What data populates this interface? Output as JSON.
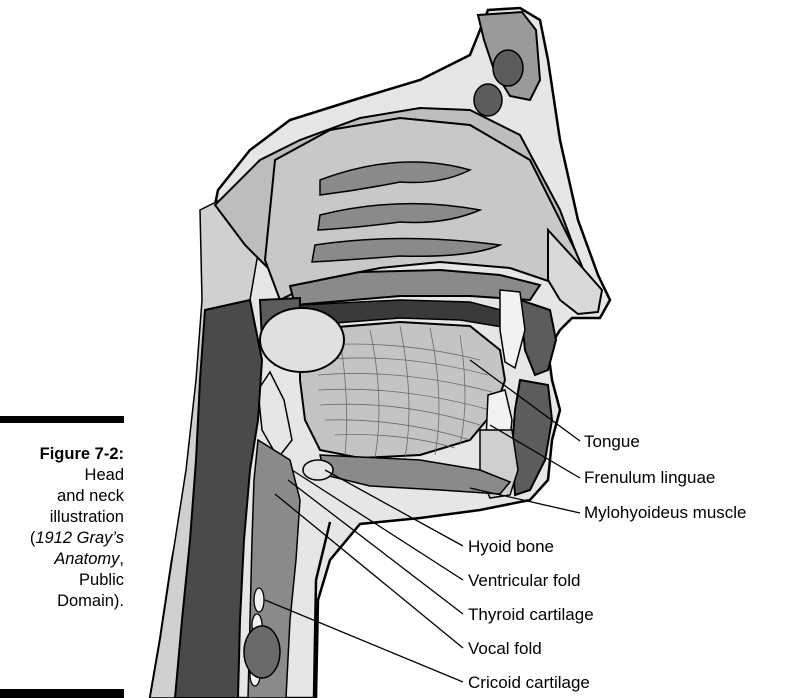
{
  "figure": {
    "label": "Figure 7-2:",
    "caption_lines": [
      "Head",
      "and neck",
      "illustration"
    ],
    "source_open": "(",
    "source_italic_1": "1912 Gray’s",
    "source_italic_2": "Anatomy",
    "source_comma": ",",
    "source_tail_1": "Public",
    "source_tail_2": "Domain)."
  },
  "labels": {
    "tongue": "Tongue",
    "frenulum": "Frenulum linguae",
    "mylohyoideus": "Mylohyoideus muscle",
    "hyoid": "Hyoid bone",
    "ventricular": "Ventricular fold",
    "thyroid": "Thyroid cartilage",
    "vocal": "Vocal fold",
    "cricoid": "Cricoid cartilage"
  },
  "colors": {
    "bone_dark": "#5c5c5c",
    "bone_mid": "#8a8a8a",
    "soft_light": "#d9d9d9",
    "soft_mid": "#bdbdbd",
    "outline": "#000000"
  }
}
